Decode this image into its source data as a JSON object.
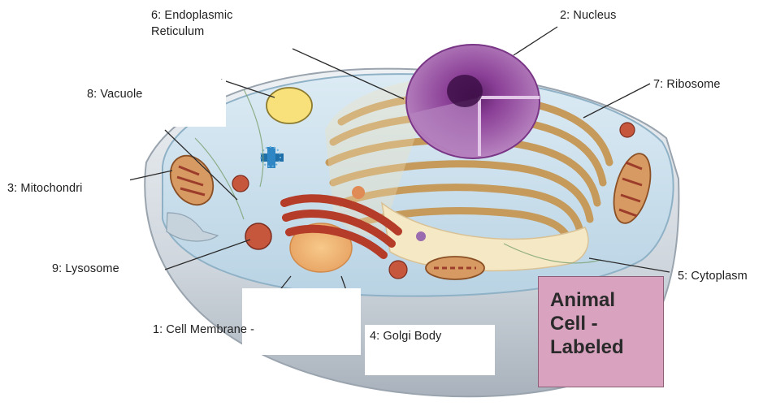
{
  "labels": {
    "endoplasmic_reticulum_line1": "6: Endoplasmic",
    "endoplasmic_reticulum_line2": "Reticulum",
    "nucleus": "2: Nucleus",
    "vacuole": "8: Vacuole",
    "ribosome": "7: Ribosome",
    "mitochondria": "3: Mitochondri",
    "lysosome": "9: Lysosome",
    "cytoplasm": "5: Cytoplasm",
    "cell_membrane": "1: Cell Membrane -",
    "golgi_body": "4: Golgi Body"
  },
  "title_box": {
    "line1": "Animal",
    "line2": "Cell -",
    "line3": "Labeled"
  },
  "colors": {
    "cytoplasm": "#cfe3ef",
    "membrane": "#d4dde6",
    "nucleus": "#9a4fa3",
    "er": "#c9a56a",
    "golgi": "#c0553d",
    "mitochondria": "#b07040",
    "vacuole": "#f6e27a",
    "title_box": "#d9a3c0"
  }
}
